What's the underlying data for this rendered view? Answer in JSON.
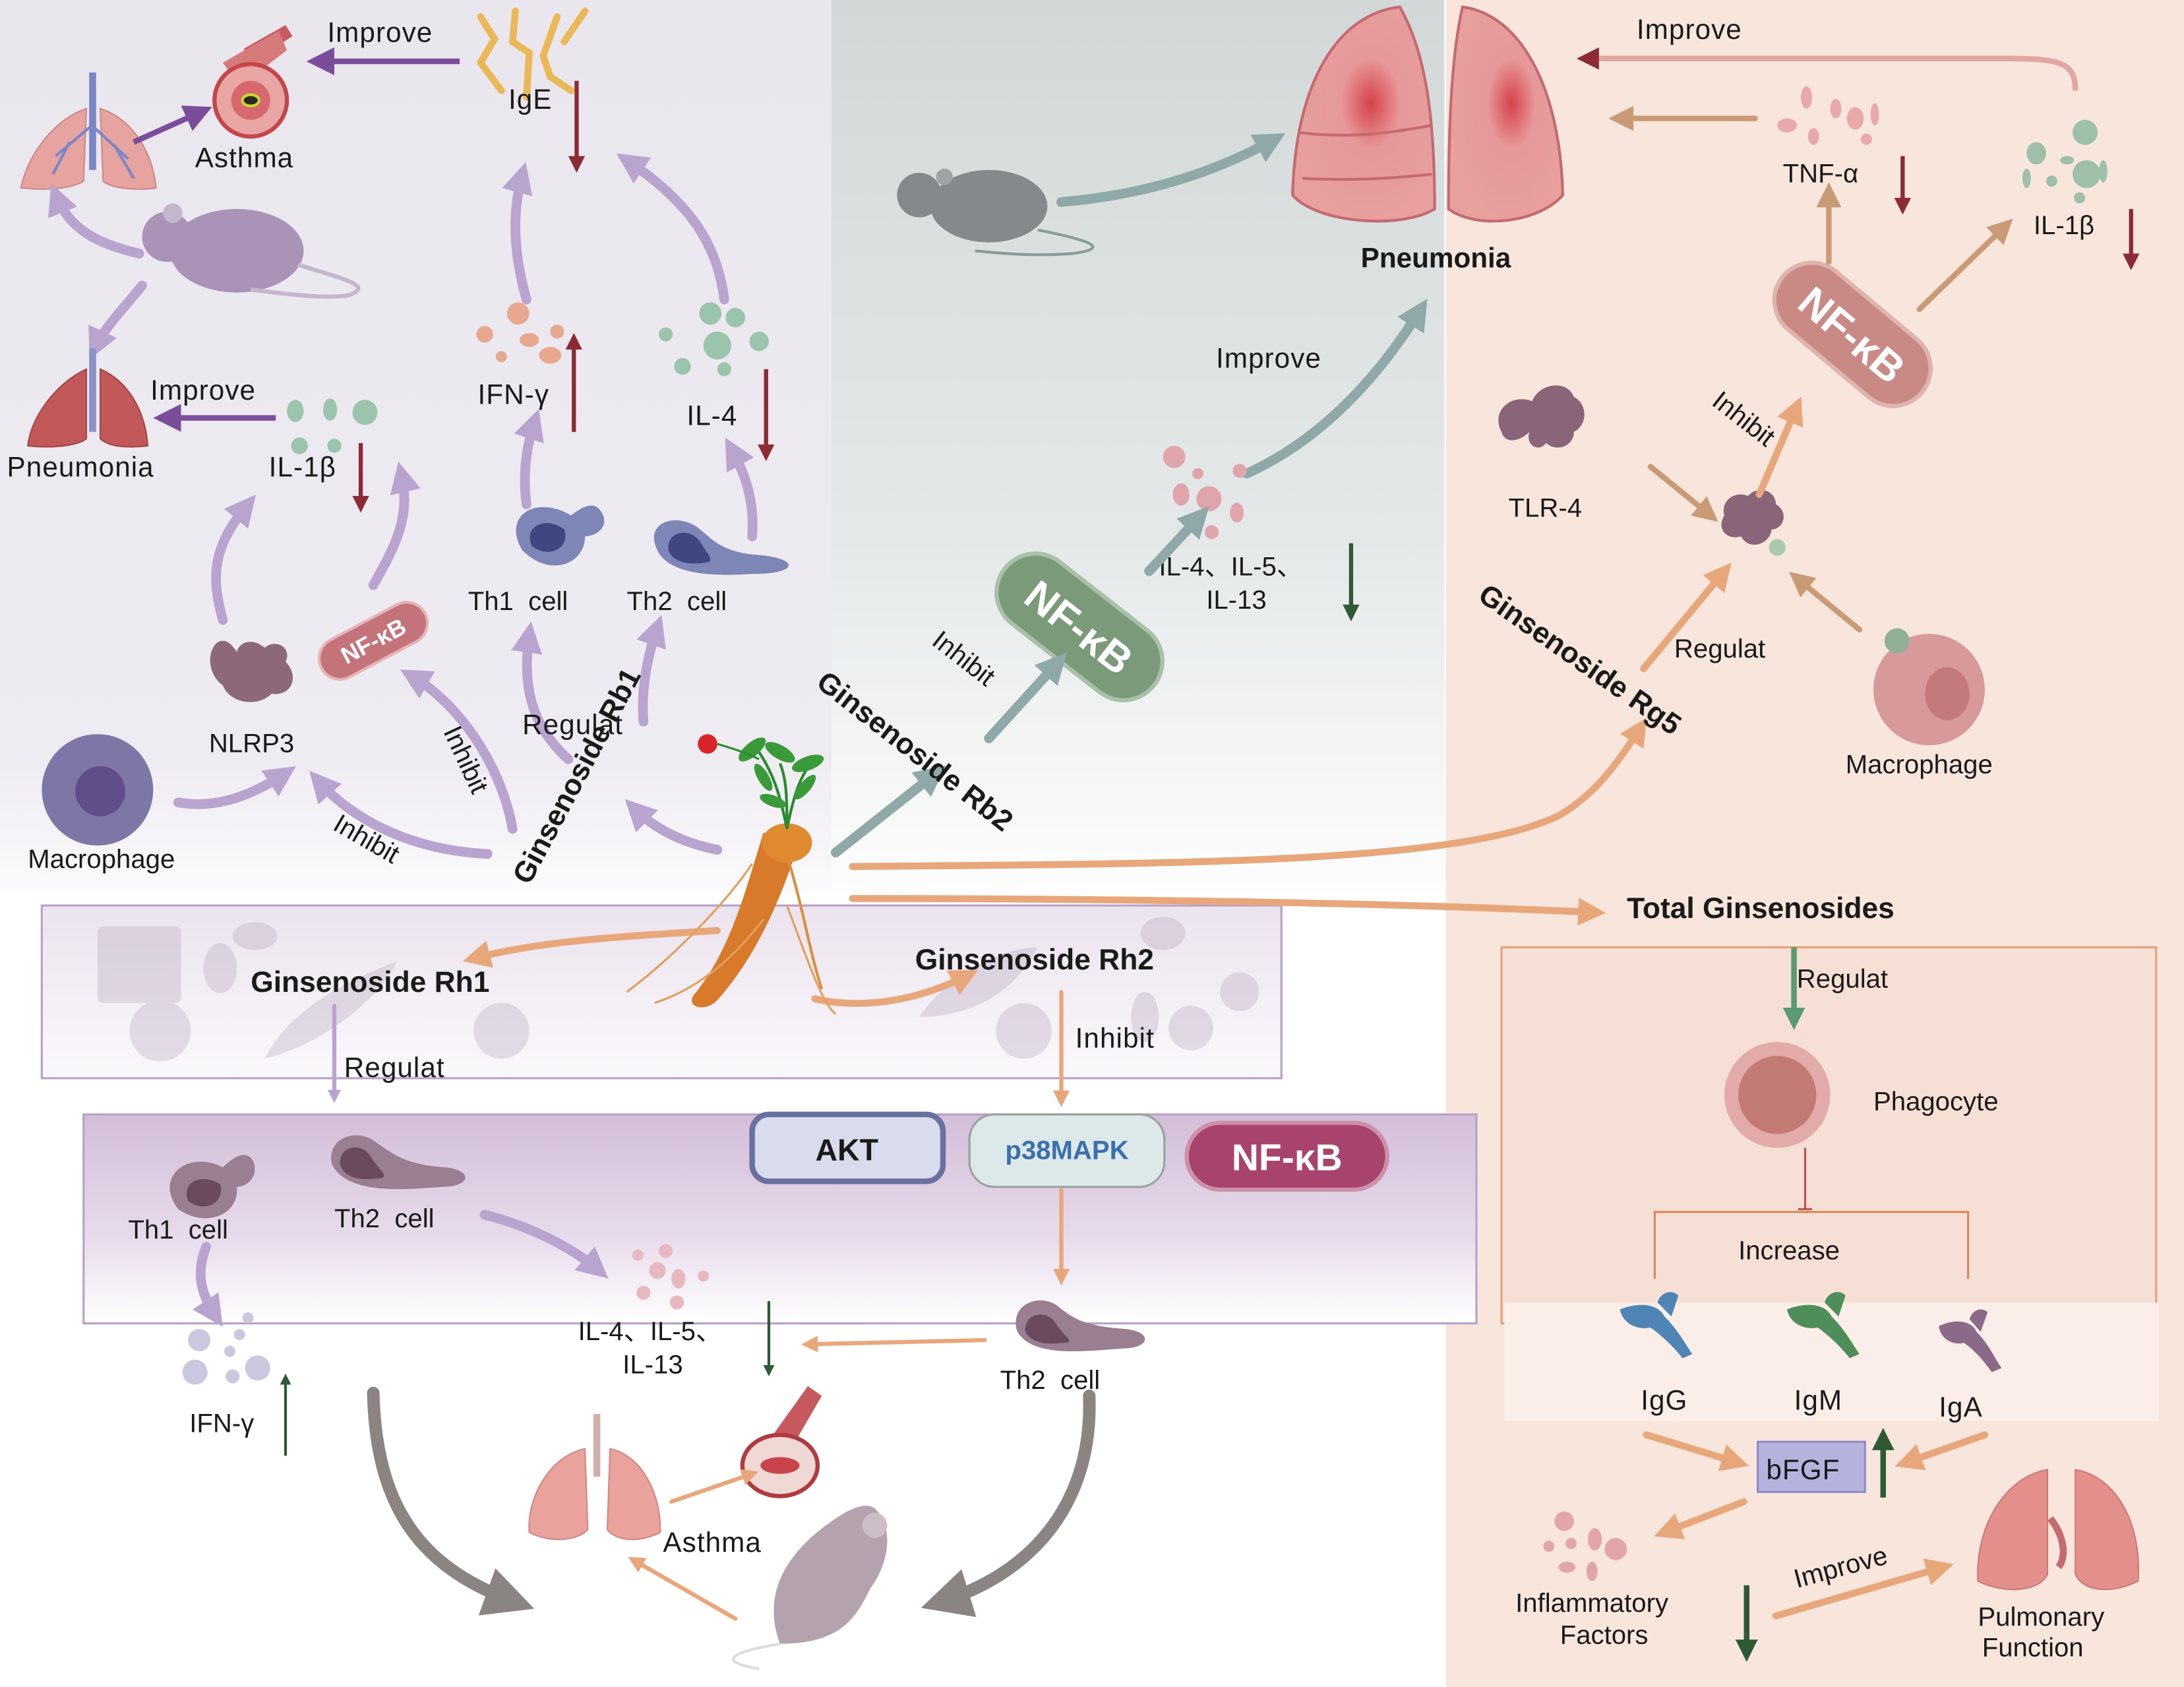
{
  "figure": {
    "title": "Ginsenosides in respiratory disease (asthma and pneumonia)",
    "colors": {
      "panel_left": "#ebe7f0",
      "panel_middle": "#d2d8d8",
      "panel_right": "#f8e6dc",
      "rb1_arrows": "#b9a4cf",
      "rb2_arrows": "#8fa8a8",
      "rg5_arrows": "#e8a77b",
      "down_indicator": "#8c2a36",
      "green_indicator": "#2d5a35",
      "nfkb_red": "#c4737a",
      "nfkb_green": "#7a9a7a",
      "nfkb_magenta": "#a8436e"
    }
  },
  "center": {
    "plant": "ginseng-root",
    "compounds": {
      "rb1": "Ginsenoside Rb1",
      "rb2": "Ginsenoside Rb2",
      "rg5": "Ginsenoside Rg5",
      "rh1": "Ginsenoside Rh1",
      "rh2": "Ginsenoside Rh2",
      "total": "Total Ginsenosides"
    }
  },
  "rb1_panel": {
    "asthma": "Asthma",
    "pneumonia": "Pneumonia",
    "improve_top": "Improve",
    "improve_mid": "Improve",
    "ige": "IgE",
    "ige_change": "down",
    "ifn": "IFN-γ",
    "ifn_change": "up",
    "il4": "IL-4",
    "il4_change": "down",
    "il1b": "IL-1β",
    "il1b_change": "down",
    "th1": "Th1  cell",
    "th2": "Th2  cell",
    "nlrp3": "NLRP3",
    "nfkb": "NF-κB",
    "macrophage": "Macrophage",
    "regulat": "Regulat",
    "inhibit_1": "Inhibit",
    "inhibit_2": "Inhibit"
  },
  "rb2_panel": {
    "pneumonia": "Pneumonia",
    "improve": "Improve",
    "cytokines_line1": "IL-4、IL-5、",
    "cytokines_line2": "IL-13",
    "cytokines_change": "down",
    "nfkb": "NF-κB",
    "inhibit": "Inhibit"
  },
  "rg5_panel": {
    "improve": "Improve",
    "tnf": "TNF-α",
    "tnf_change": "down",
    "il1b": "IL-1β",
    "il1b_change": "down",
    "nfkb": "NF-κB",
    "inhibit": "Inhibit",
    "tlr4": "TLR-4",
    "regulat": "Regulat",
    "macrophage": "Macrophage"
  },
  "total_panel": {
    "regulat": "Regulat",
    "phagocyte": "Phagocyte",
    "increase": "Increase",
    "igg": "IgG",
    "igm": "IgM",
    "iga": "IgA",
    "bfgf": "bFGF",
    "bfgf_change": "up",
    "inflammatory_line1": "Inflammatory",
    "inflammatory_line2": "Factors",
    "inflammatory_change": "down",
    "improve": "Improve",
    "pulmonary_line1": "Pulmonary",
    "pulmonary_line2": "Function"
  },
  "rh_panel": {
    "rh1_regulat": "Regulat",
    "rh2_inhibit": "Inhibit",
    "akt": "AKT",
    "p38": "p38MAPK",
    "nfkb": "NF-κB",
    "th1": "Th1  cell",
    "th2": "Th2  cell",
    "th2_lower": "Th2  cell",
    "cytokines_line1": "IL-4、IL-5、",
    "cytokines_line2": "IL-13",
    "cytokines_change": "down",
    "ifn": "IFN-γ",
    "ifn_change": "up",
    "asthma": "Asthma"
  }
}
